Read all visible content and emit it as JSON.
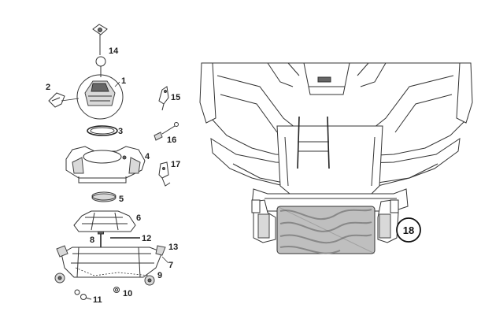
{
  "parts": [
    {
      "id": "1",
      "label": "1"
    },
    {
      "id": "2",
      "label": "2"
    },
    {
      "id": "3",
      "label": "3"
    },
    {
      "id": "4",
      "label": "4"
    },
    {
      "id": "5",
      "label": "5"
    },
    {
      "id": "6",
      "label": "6"
    },
    {
      "id": "7",
      "label": "7"
    },
    {
      "id": "8",
      "label": "8"
    },
    {
      "id": "9",
      "label": "9"
    },
    {
      "id": "10",
      "label": "10"
    },
    {
      "id": "11",
      "label": "11"
    },
    {
      "id": "12",
      "label": "12"
    },
    {
      "id": "13",
      "label": "13"
    },
    {
      "id": "14",
      "label": "14"
    },
    {
      "id": "15",
      "label": "15"
    },
    {
      "id": "16",
      "label": "16"
    },
    {
      "id": "17",
      "label": "17"
    }
  ],
  "callout": {
    "label": "18"
  }
}
